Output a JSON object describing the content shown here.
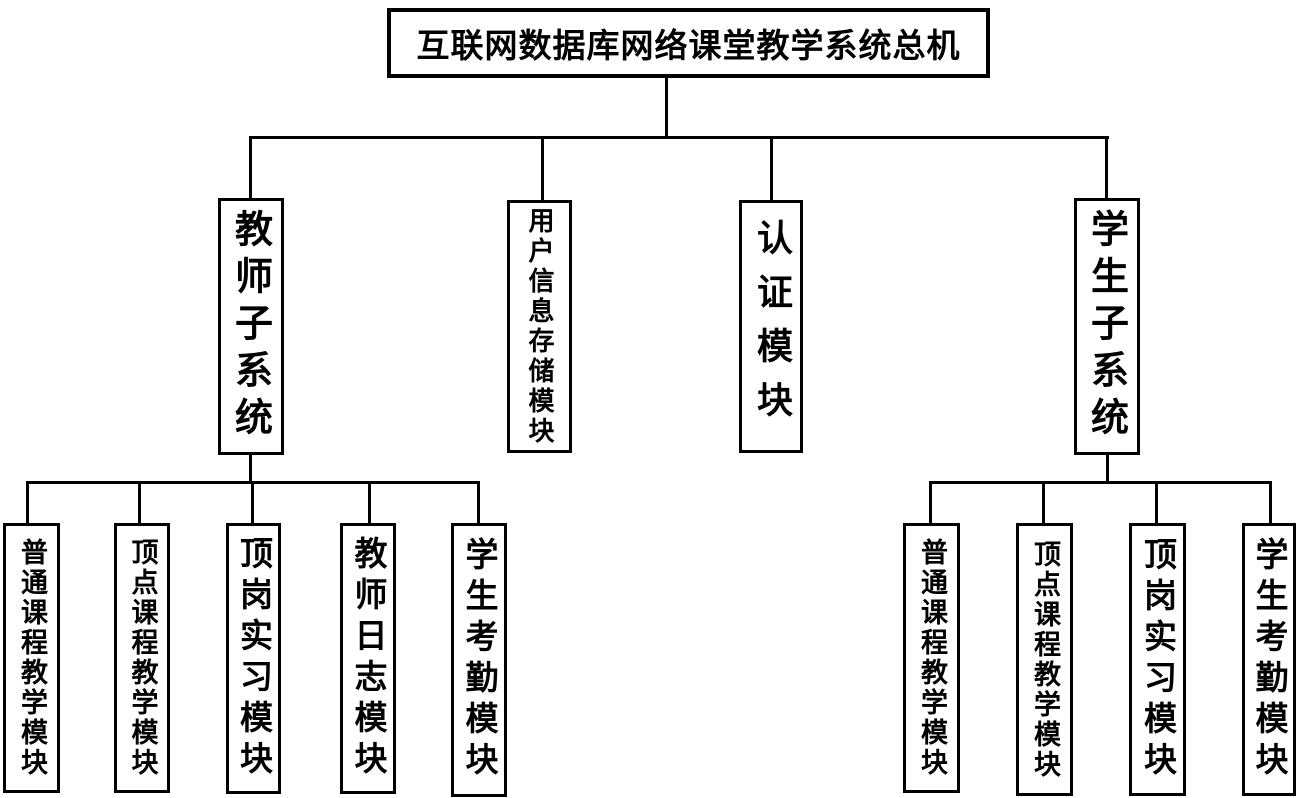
{
  "diagram": {
    "root": {
      "label": "互联网数据库网络课堂教学系统总机"
    },
    "level2": [
      {
        "id": "teacher-subsystem",
        "label": "教师子系统"
      },
      {
        "id": "user-info-storage",
        "label": "用户信息存储模块"
      },
      {
        "id": "auth-module",
        "label": "认证模块"
      },
      {
        "id": "student-subsystem",
        "label": "学生子系统"
      }
    ],
    "teacher_children": [
      {
        "label": "普通课程教学模块"
      },
      {
        "label": "顶点课程教学模块"
      },
      {
        "label": "顶岗实习模块"
      },
      {
        "label": "教师日志模块"
      },
      {
        "label": "学生考勤模块"
      }
    ],
    "student_children": [
      {
        "label": "普通课程教学模块"
      },
      {
        "label": "顶点课程教学模块"
      },
      {
        "label": "顶岗实习模块"
      },
      {
        "label": "学生考勤模块"
      }
    ],
    "colors": {
      "line": "#000000",
      "box_background": "#ffffff",
      "text": "#000000"
    }
  }
}
